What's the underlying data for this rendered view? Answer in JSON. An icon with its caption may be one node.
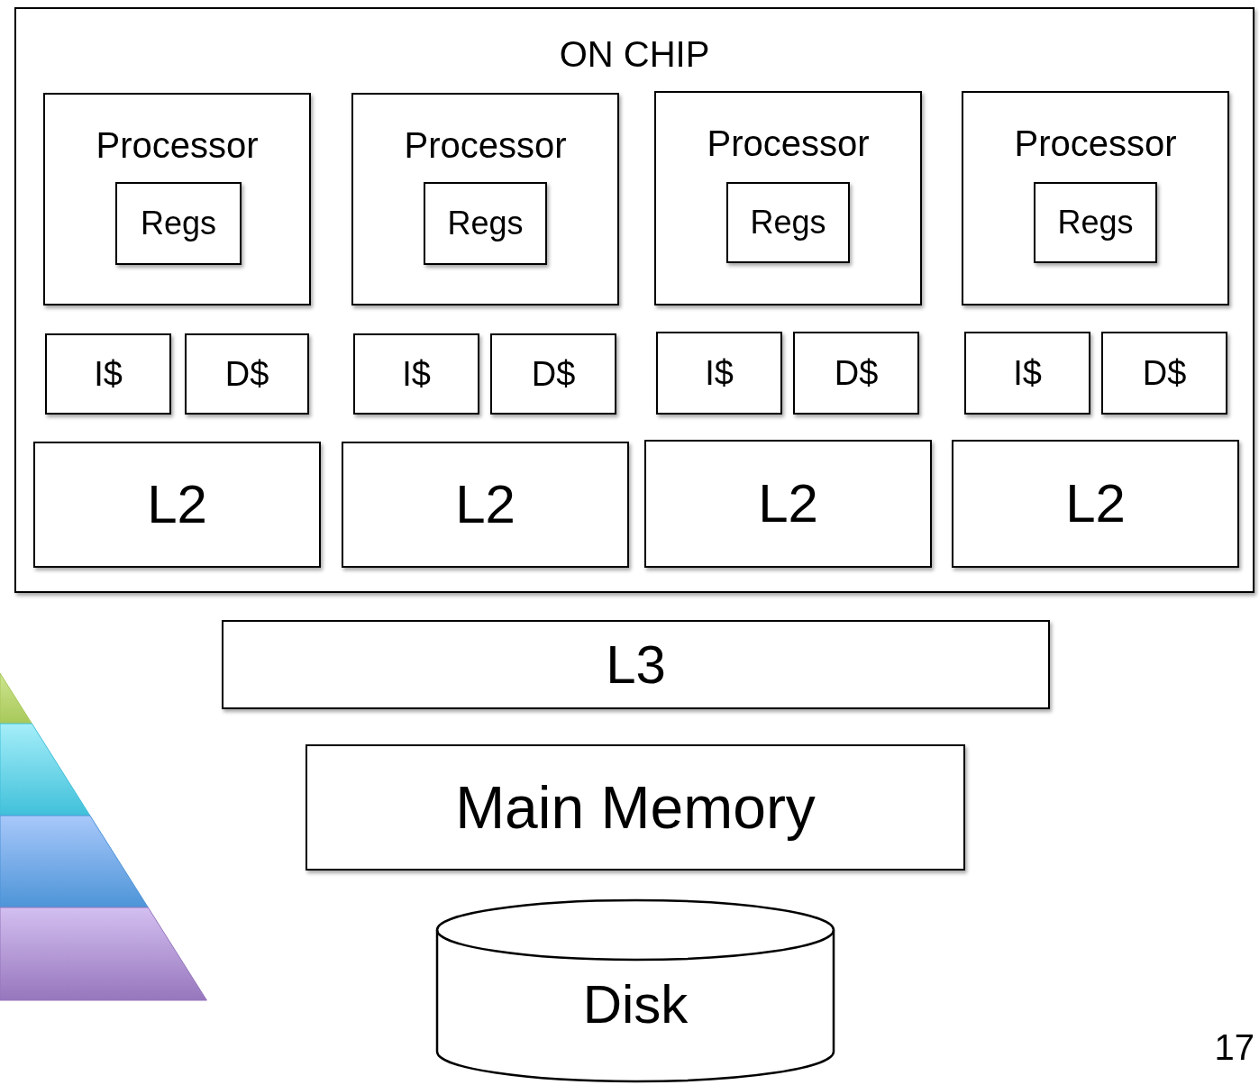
{
  "diagram": {
    "nodes": [
      {
        "text": [
          "ON CHIP"
        ]
      },
      {
        "text": [
          "Processor"
        ],
        "in": 0
      },
      {
        "text": [
          "Regs"
        ],
        "in": 1
      },
      {
        "text": [
          "Processor"
        ],
        "in": 0
      },
      {
        "text": [
          "Regs"
        ],
        "in": 3
      },
      {
        "text": [
          "Processor"
        ],
        "in": 0
      },
      {
        "text": [
          "Regs"
        ],
        "in": 5
      },
      {
        "text": [
          "Processor"
        ],
        "in": 0
      },
      {
        "text": [
          "Regs"
        ],
        "in": 7
      },
      {
        "text": [
          "I$"
        ],
        "in": 0
      },
      {
        "text": [
          "D$"
        ],
        "in": 0
      },
      {
        "text": [
          "I$"
        ],
        "in": 0
      },
      {
        "text": [
          "D$"
        ],
        "in": 0
      },
      {
        "text": [
          "I$"
        ],
        "in": 0
      },
      {
        "text": [
          "D$"
        ],
        "in": 0
      },
      {
        "text": [
          "I$"
        ],
        "in": 0
      },
      {
        "text": [
          "D$"
        ],
        "in": 0
      },
      {
        "text": [
          "L2"
        ],
        "in": 0
      },
      {
        "text": [
          "L2"
        ],
        "in": 0
      },
      {
        "text": [
          "L2"
        ],
        "in": 0
      },
      {
        "text": [
          "L2"
        ],
        "in": 0
      },
      {
        "text": [
          "L3"
        ]
      },
      {
        "text": [
          "Main Memory"
        ]
      },
      {
        "text": [
          "Disk"
        ]
      }
    ],
    "edges": [],
    "labels": [
      "17"
    ]
  }
}
